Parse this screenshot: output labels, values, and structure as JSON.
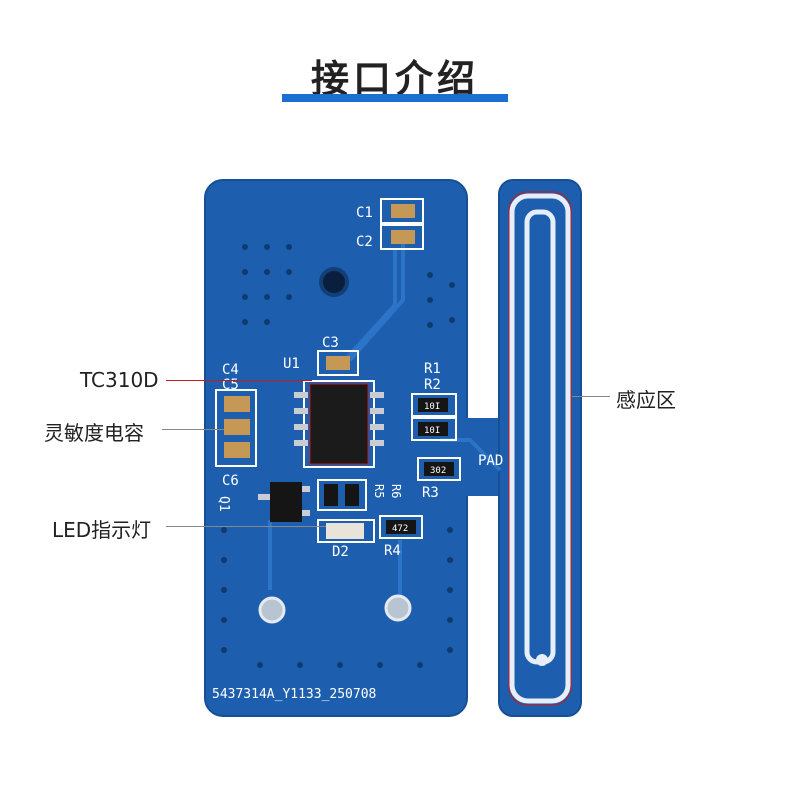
{
  "title": "接口介绍",
  "callouts": {
    "chip": "TC310D",
    "capacitor": "灵敏度电容",
    "led": "LED指示灯",
    "sensor": "感应区"
  },
  "silkscreen": {
    "c1": "C1",
    "c2": "C2",
    "c3": "C3",
    "c4": "C4",
    "c5": "C5",
    "c6": "C6",
    "u1": "U1",
    "r1": "R1",
    "r2": "R2",
    "r3": "R3",
    "r4": "R4",
    "r5": "R5",
    "r6": "R6",
    "q1": "Q1",
    "d2": "D2",
    "pad": "PAD",
    "r3_code": "302",
    "r1_code": "10I",
    "r2_code": "10I",
    "r4_code": "472",
    "serial": "5437314A_Y1133_250708"
  },
  "colors": {
    "pcb": "#1d5fae",
    "pcb_edge": "#174f93",
    "silkscreen": "#ffffff",
    "title_bar": "#1a6fd0",
    "trace": "#c81818"
  }
}
